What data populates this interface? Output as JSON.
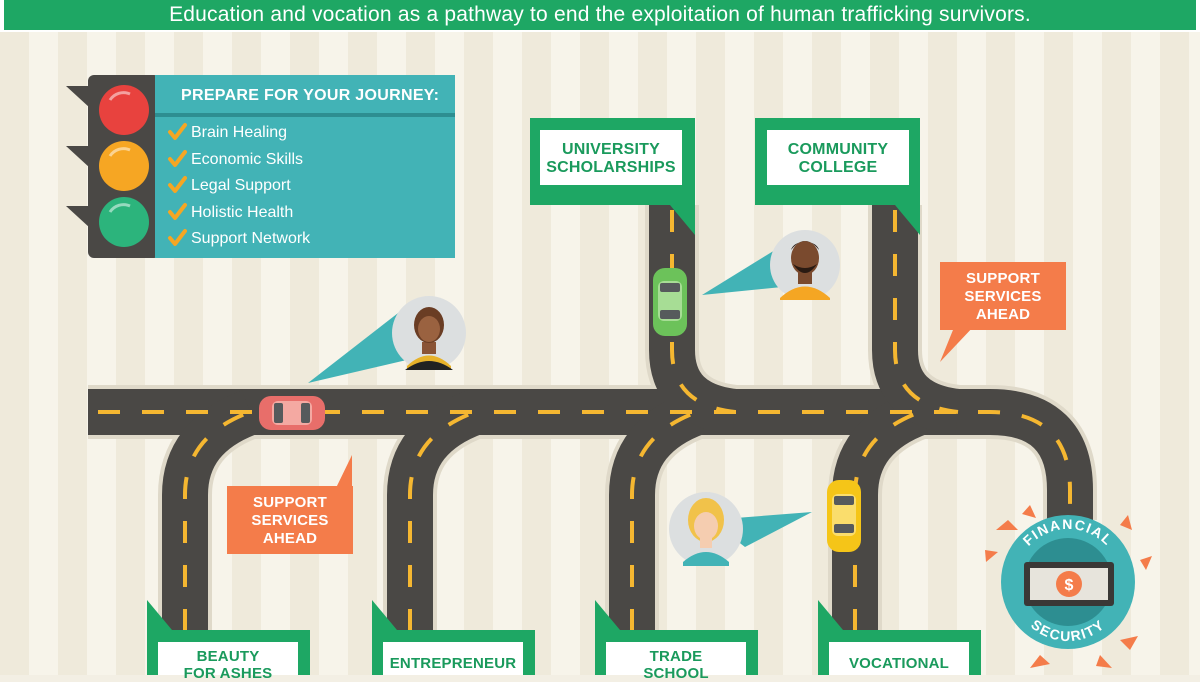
{
  "header": {
    "title": "Education and vocation as a pathway to end the exploitation of human trafficking survivors."
  },
  "checklist": {
    "title": "PREPARE FOR YOUR JOURNEY:",
    "items": [
      "Brain Healing",
      "Economic Skills",
      "Legal Support",
      "Holistic Health",
      "Support Network"
    ]
  },
  "signs": {
    "university": [
      "UNIVERSITY",
      "SCHOLARSHIPS"
    ],
    "community_college": [
      "COMMUNITY",
      "COLLEGE"
    ],
    "beauty": [
      "BEAUTY",
      "FOR ASHES"
    ],
    "entrepreneur": [
      "ENTREPRENEUR"
    ],
    "trade_school": [
      "TRADE",
      "SCHOOL"
    ],
    "vocational": [
      "VOCATIONAL"
    ]
  },
  "support_services": {
    "right": [
      "SUPPORT",
      "SERVICES",
      "AHEAD"
    ],
    "left": [
      "SUPPORT",
      "SERVICES",
      "AHEAD"
    ]
  },
  "badge": {
    "top": "FINANCIAL",
    "bottom": "SECURITY",
    "currency_symbol": "$"
  },
  "colors": {
    "green": "#1ea764",
    "teal": "#42b3b6",
    "orange": "#f47c4a",
    "road": "#4a4845",
    "lane": "#f5b731",
    "light_red": "#e8423e",
    "light_amber": "#f6a623",
    "light_green": "#2cb47c"
  }
}
